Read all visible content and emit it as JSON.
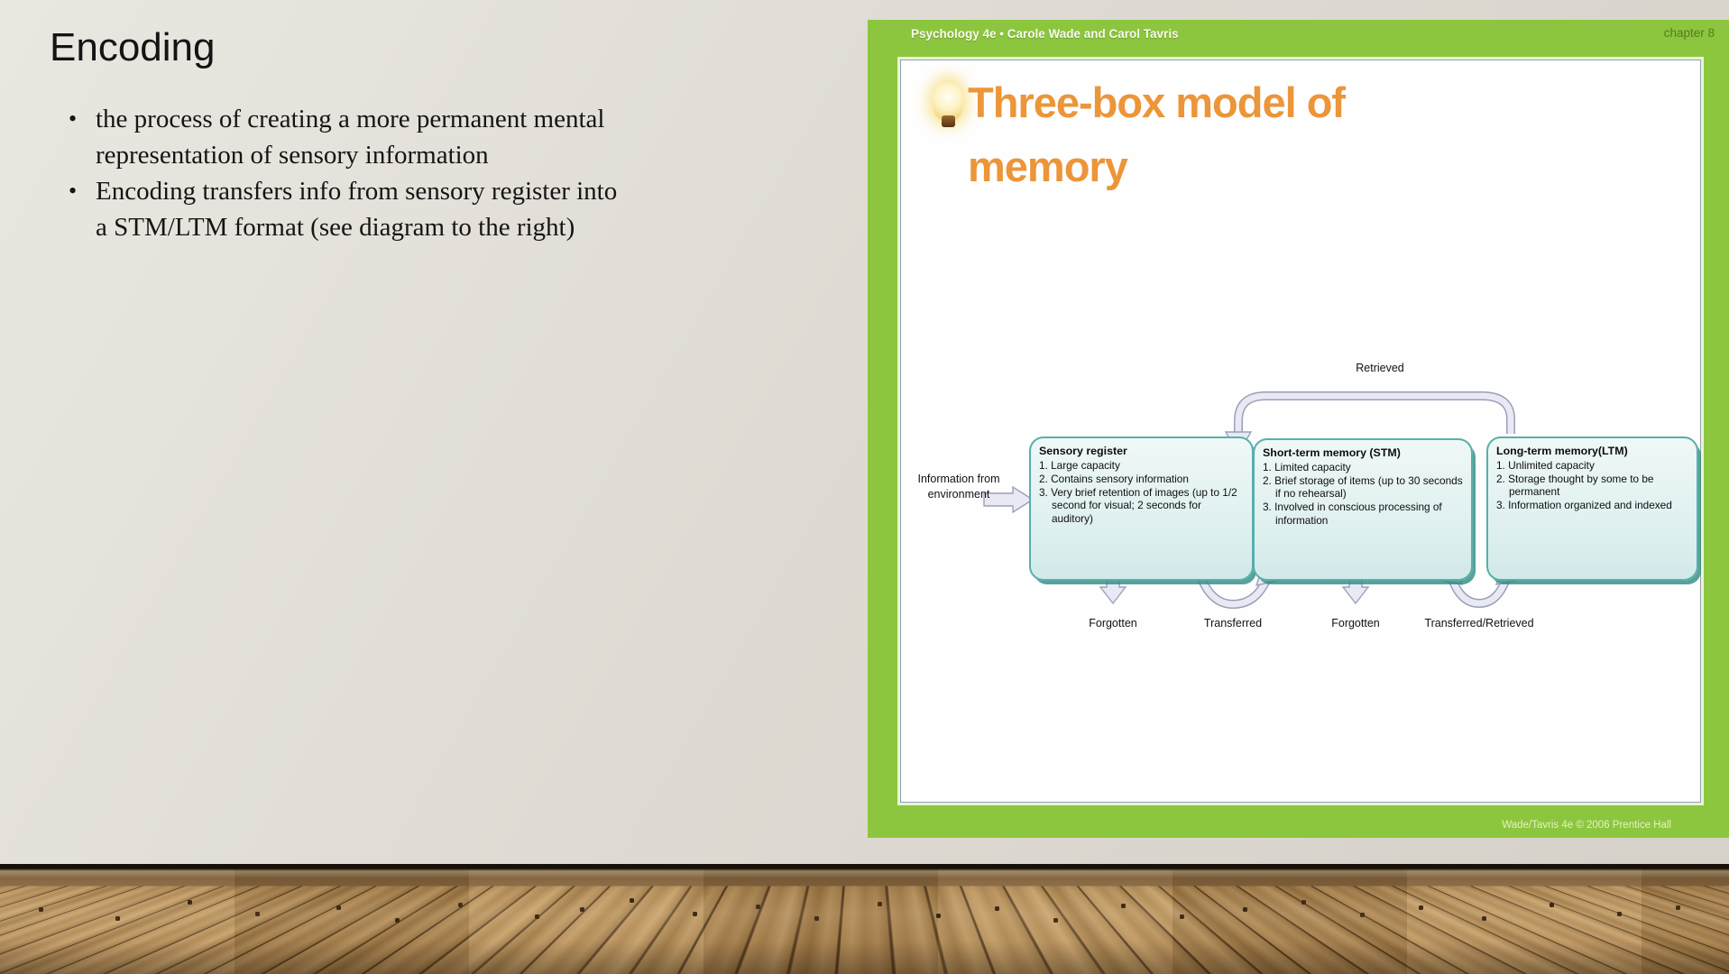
{
  "left_panel": {
    "title": "Encoding",
    "bullet_marker": "•",
    "bullets": [
      "the process of creating a more permanent mental representation of sensory information",
      "Encoding transfers info from sensory register into a STM/LTM format (see diagram to the right)"
    ]
  },
  "slide": {
    "header": {
      "book": "Psychology 4e •  Carole Wade and Carol Tavris",
      "chapter": "chapter 8"
    },
    "title": "Three-box model of memory",
    "footer": "Wade/Tavris 4e © 2006 Prentice Hall",
    "colors": {
      "slide_green": "#8CC63E",
      "title_orange": "#EC9539",
      "box_fill": "#ddefef",
      "box_border": "#58b0a9",
      "arrow_fill": "#e9e9f5",
      "arrow_outline": "#9aa0b6"
    },
    "diagram": {
      "input_label": "Information from environment",
      "top_flow_label": "Retrieved",
      "boxes": [
        {
          "title": "Sensory register",
          "items": [
            "1. Large capacity",
            "2. Contains sensory information",
            "3. Very brief retention of images (up to 1/2 second for visual; 2 seconds for auditory)"
          ]
        },
        {
          "title": "Short-term memory (STM)",
          "items": [
            "1. Limited capacity",
            "2. Brief storage of items (up to 30 seconds if no rehearsal)",
            "3. Involved in conscious processing of information"
          ]
        },
        {
          "title": "Long-term memory(LTM)",
          "items": [
            "1. Unlimited capacity",
            "2. Storage thought by some to be permanent",
            "3. Information organized and indexed"
          ]
        }
      ],
      "bottom_labels": [
        "Forgotten",
        "Transferred",
        "Forgotten",
        "Transferred/Retrieved"
      ]
    }
  }
}
